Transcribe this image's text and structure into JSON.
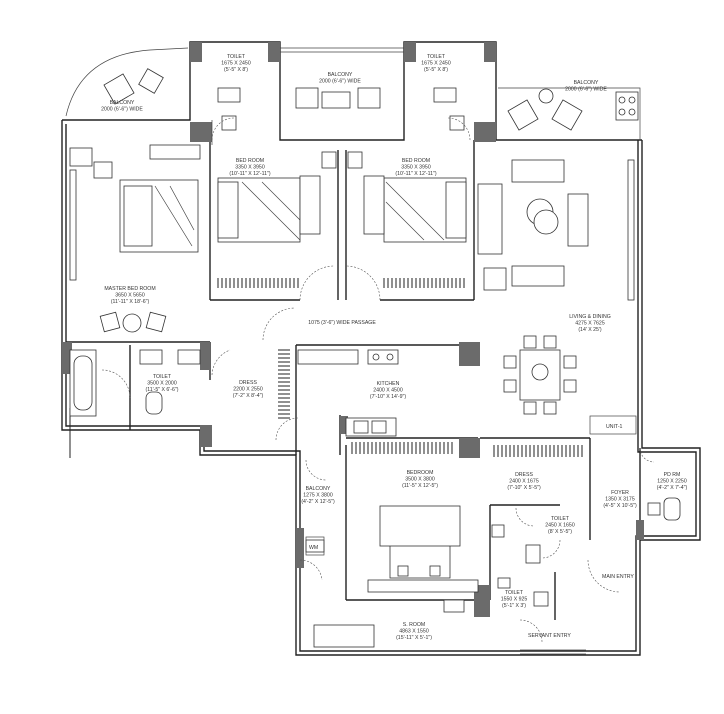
{
  "rooms": [
    {
      "id": "toilet-1",
      "name": "TOILET",
      "dims": "1675 X 2450",
      "imperial": "(5'-5\" X 8')"
    },
    {
      "id": "balcony-1",
      "name": "BALCONY",
      "dims": "2000 (6'-6\") WIDE",
      "imperial": ""
    },
    {
      "id": "balcony-2",
      "name": "BALCONY",
      "dims": "2000 (6'-6\") WIDE",
      "imperial": ""
    },
    {
      "id": "toilet-2",
      "name": "TOILET",
      "dims": "1675 X 2450",
      "imperial": "(5'-5\" X 8')"
    },
    {
      "id": "balcony-3",
      "name": "BALCONY",
      "dims": "2000 (6'-6\") WIDE",
      "imperial": ""
    },
    {
      "id": "bedroom-1",
      "name": "BED ROOM",
      "dims": "3350 X 3950",
      "imperial": "(10'-11\" X 12'-11\")"
    },
    {
      "id": "bedroom-2",
      "name": "BED ROOM",
      "dims": "3350 X 3950",
      "imperial": "(10'-11\" X 12'-11\")"
    },
    {
      "id": "master-bedroom",
      "name": "MASTER BED ROOM",
      "dims": "3650 X 5650",
      "imperial": "(11'-11\" X 18'-6\")"
    },
    {
      "id": "passage",
      "name": "1075 (3'-6\") WIDE PASSAGE",
      "dims": "",
      "imperial": ""
    },
    {
      "id": "living-dining",
      "name": "LIVING & DINING",
      "dims": "4275 X 7625",
      "imperial": "(14' X 25')"
    },
    {
      "id": "toilet-3",
      "name": "TOILET",
      "dims": "3500 X 2000",
      "imperial": "(11'-5\" X 6'-6\")"
    },
    {
      "id": "dress-1",
      "name": "DRESS",
      "dims": "2200 X 2550",
      "imperial": "(7'-2\" X 8'-4\")"
    },
    {
      "id": "kitchen",
      "name": "KITCHEN",
      "dims": "2400 X 4500",
      "imperial": "(7'-10\" X 14'-9\")"
    },
    {
      "id": "balcony-4",
      "name": "BALCONY",
      "dims": "1275 X 3800",
      "imperial": "(4'-2\" X 12'-5\")"
    },
    {
      "id": "bedroom-3",
      "name": "BEDROOM",
      "dims": "3500 X 3800",
      "imperial": "(11'-5\" X 12'-5\")"
    },
    {
      "id": "dress-2",
      "name": "DRESS",
      "dims": "2400 X 1675",
      "imperial": "(7'-10\" X 5'-5\")"
    },
    {
      "id": "toilet-4",
      "name": "TOILET",
      "dims": "2450 X 1650",
      "imperial": "(8' X 5'-5\")"
    },
    {
      "id": "pd-rm",
      "name": "PD RM",
      "dims": "1250 X 2250",
      "imperial": "(4'-2\" X 7'-4\")"
    },
    {
      "id": "foyer",
      "name": "FOYER",
      "dims": "1350 X 3175",
      "imperial": "(4'-5\" X 10'-5\")"
    },
    {
      "id": "toilet-5",
      "name": "TOILET",
      "dims": "1550 X 925",
      "imperial": "(5'-1\" X 3')"
    },
    {
      "id": "servant-room",
      "name": "S. ROOM",
      "dims": "4863 X 1550",
      "imperial": "(15'-11\" X 5'-1\")"
    }
  ],
  "labels": {
    "unit": "UNIT-1",
    "wm": "WM",
    "main_entry": "MAIN ENTRY",
    "servant_entry": "SERVANT ENTRY"
  },
  "colors": {
    "wall": "#222222",
    "column": "#6b6b6b",
    "background": "#ffffff"
  }
}
